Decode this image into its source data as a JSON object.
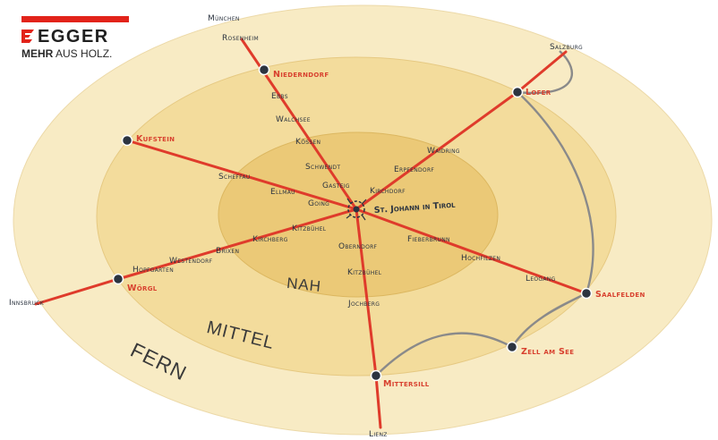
{
  "logo": {
    "brand": "EGGER",
    "claim_bold": "MEHR",
    "claim_rest": " AUS HOLZ.",
    "color": "#e2231a"
  },
  "colors": {
    "outer": "#f8ebc4",
    "middle": "#f3dc9c",
    "inner": "#ebc977",
    "road": "#df3b2b",
    "rail": "#8a8a8a"
  },
  "zones": {
    "near": "NAH",
    "middle": "MITTEL",
    "far": "FERN"
  },
  "center": "St. Johann in Tirol",
  "towns": {
    "muenchen": "München",
    "rosenheim": "Rosenheim",
    "ebbs": "Ebbs",
    "walchsee": "Walchsee",
    "koessen": "Kössen",
    "schwendt": "Schwendt",
    "gasteig": "Gasteig",
    "kirchdorf": "Kirchdorf",
    "erpfendorf": "Erpfendorf",
    "waidring": "Waidring",
    "salzburg": "Salzburg",
    "scheffau": "Scheffau",
    "ellmau": "Ellmau",
    "going": "Going",
    "kitzbuehel_west": "Kitzbühel",
    "kirchberg": "Kirchberg",
    "brixen": "Brixen",
    "westendorf": "Westendorf",
    "hopfgarten": "Hopfgarten",
    "innsbruck": "Innsbruck",
    "oberndorf": "Oberndorf",
    "kitzbuehel_south": "Kitzbühel",
    "jochberg": "Jochberg",
    "lienz": "Lienz",
    "fieberbrunn": "Fieberbrunn",
    "hochfilzen": "Hochfilzen",
    "leogang": "Leogang"
  },
  "cities": {
    "niederndorf": "Niederndorf",
    "kufstein": "Kufstein",
    "lofer": "Lofer",
    "woergl": "Wörgl",
    "saalfelden": "Saalfelden",
    "zell_am_see": "Zell am See",
    "mittersill": "Mittersill"
  }
}
